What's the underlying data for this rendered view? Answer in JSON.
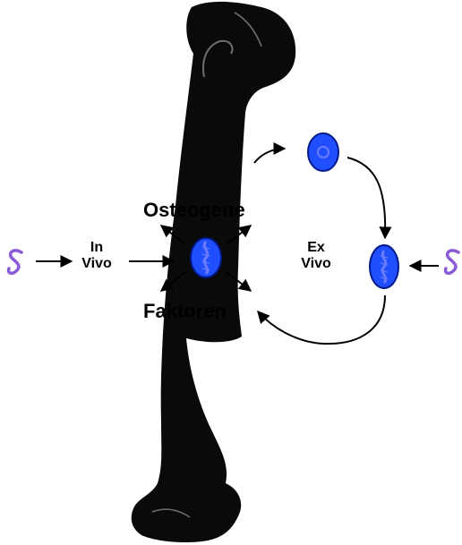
{
  "labels": {
    "top": "Osteogene",
    "bottom": "Faktoren",
    "in_vivo": [
      "In",
      "Vivo"
    ],
    "ex_vivo": [
      "Ex",
      "Vivo"
    ]
  },
  "colors": {
    "bone": "#0a0a0a",
    "bone_highlight": "#6e6e6e",
    "cell_fill": "#1f4fff",
    "cell_outline": "#001a8c",
    "nucleus": "#6a7bff",
    "gene_vector": "#8b5ad6",
    "arrow": "#000000"
  },
  "icons": {
    "gene_vector": "s-shaped-vector-icon",
    "cell": "blue-oval-cell-icon"
  }
}
